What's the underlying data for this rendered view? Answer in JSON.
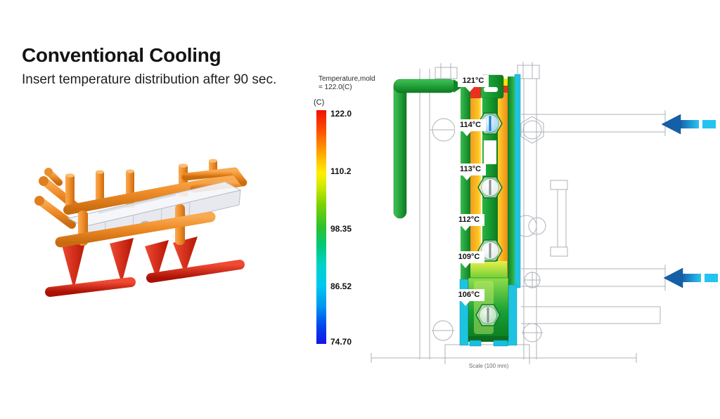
{
  "title": "Conventional Cooling",
  "subtitle": "Insert temperature distribution after 90 sec.",
  "legend": {
    "name_line1": "Temperature,mold",
    "name_line2": "= 122.0(C)",
    "unit": "(C)",
    "ticks": [
      "122.0",
      "110.2",
      "98.35",
      "86.52",
      "74.70"
    ],
    "max": "122.0",
    "min": "74.70"
  },
  "diagram": {
    "callouts": [
      {
        "label": "121°C"
      },
      {
        "label": "114°C"
      },
      {
        "label": "113°C"
      },
      {
        "label": "112°C"
      },
      {
        "label": "109°C"
      },
      {
        "label": "106°C"
      }
    ],
    "scale_label": "Scale (100 mm)"
  },
  "colors": {
    "hot": "#f01000",
    "cold": "#1414e8",
    "coolant_cyan": "#25c3ef",
    "mold_green": "#1fa035",
    "insert_orange": "#f59a1e",
    "hot_red": "#e8321f"
  }
}
